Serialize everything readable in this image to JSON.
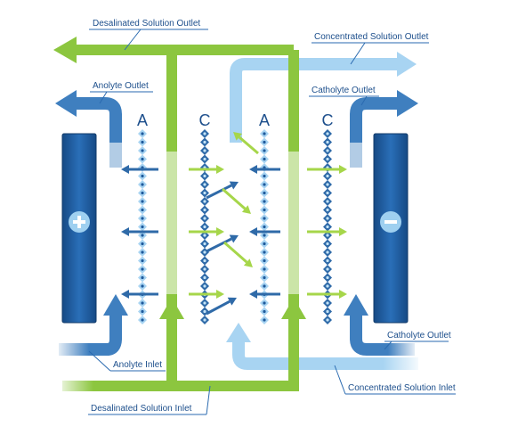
{
  "labels": {
    "desalinated_outlet": "Desalinated Solution Outlet",
    "concentrated_outlet": "Concentrated Solution Outlet",
    "anolyte_outlet": "Anolyte Outlet",
    "catholyte_outlet_top": "Catholyte Outlet",
    "catholyte_outlet_bottom": "Catholyte Outlet",
    "anolyte_inlet": "Anolyte Inlet",
    "concentrated_inlet": "Concentrated Solution Inlet",
    "desalinated_inlet": "Desalinated Solution Inlet"
  },
  "membranes": [
    "A",
    "C",
    "A",
    "C"
  ],
  "electrodes": {
    "anode_symbol": "+",
    "cathode_symbol": "−"
  },
  "colors": {
    "green": "#8cc63f",
    "light_blue": "#a8d4f2",
    "mid_blue": "#3f7fbf",
    "dark_blue": "#1e5a9c",
    "label": "#1d4f8c"
  },
  "icons": [
    "plus-icon",
    "minus-icon"
  ]
}
